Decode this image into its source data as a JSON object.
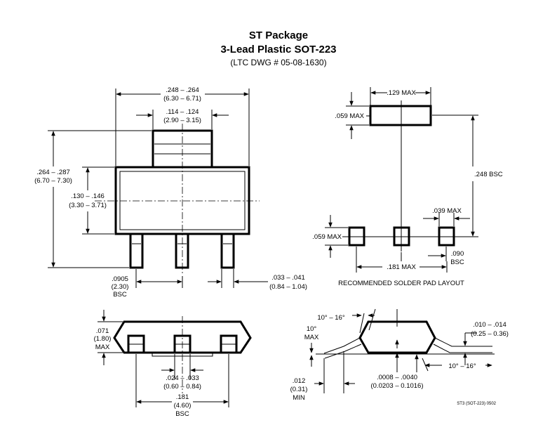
{
  "header": {
    "title": "ST Package",
    "subtitle": "3-Lead Plastic SOT-223",
    "dwg": "(LTC DWG # 05-08-1630)"
  },
  "top_view": {
    "width_in": ".248 – .264",
    "width_mm": "(6.30 – 6.71)",
    "tab_in": ".114 – .124",
    "tab_mm": "(2.90 – 3.15)",
    "height_in": ".264 – .287",
    "height_mm": "(6.70 – 7.30)",
    "body_in": ".130 – .146",
    "body_mm": "(3.30 – 3.71)",
    "pitch_in": ".0905",
    "pitch_mm": "(2.30)",
    "pitch_note": "BSC",
    "lead_w_in": ".033 – .041",
    "lead_w_mm": "(0.84 – 1.04)"
  },
  "pad_layout": {
    "pad_w": ".129 MAX",
    "pad_h": ".059 MAX",
    "pad_span": ".248 BSC",
    "small_pad_w": ".039 MAX",
    "small_pad_h": ".059 MAX",
    "small_pitch": ".090",
    "small_pitch_note": "BSC",
    "total_span": ".181 MAX",
    "caption": "RECOMMENDED SOLDER PAD LAYOUT"
  },
  "front_view": {
    "height_in": ".071",
    "height_mm": "(1.80)",
    "height_note": "MAX",
    "lead_in": ".024 – .033",
    "lead_mm": "(0.60 – 0.84)",
    "span_in": ".181",
    "span_mm": "(4.60)",
    "span_note": "BSC"
  },
  "side_view": {
    "angle_top": "10° – 16°",
    "angle_left_1": "10°",
    "angle_left_2": "MAX",
    "thickness_in": ".010 – .014",
    "thickness_mm": "(0.25 – 0.36)",
    "angle_right": "10° – 16°",
    "standoff_in": ".0008 – .0040",
    "standoff_mm": "(0.0203 – 0.1016)",
    "foot_in": ".012",
    "foot_mm": "(0.31)",
    "foot_note": "MIN"
  },
  "footer": {
    "code": "ST3 (SOT-223) 0502"
  }
}
